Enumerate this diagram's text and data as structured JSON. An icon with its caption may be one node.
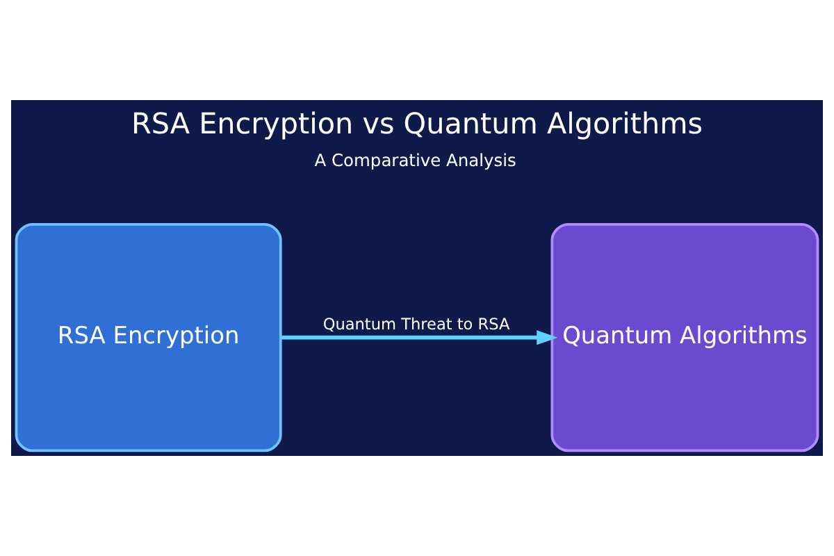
{
  "diagram": {
    "title": "RSA Encryption vs Quantum Algorithms",
    "nodes": [
      {
        "text": [
          "RSA Encryption"
        ]
      },
      {
        "text": [
          "Quantum Algorithms"
        ]
      }
    ],
    "edges": [
      {
        "from": 0,
        "to": 1,
        "arrow": "to",
        "label": "Quantum Threat to RSA"
      }
    ],
    "labels": [
      "A Comparative Analysis"
    ]
  }
}
